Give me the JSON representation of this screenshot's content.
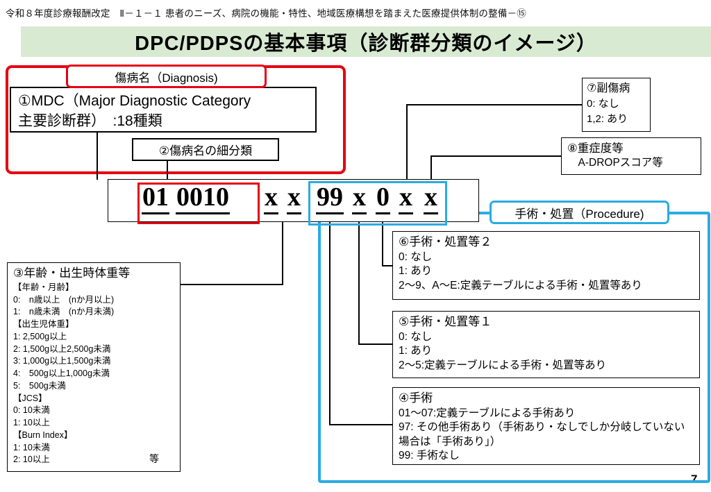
{
  "page": {
    "header": "令和８年度診療報酬改定　Ⅱ－１－１ 患者のニーズ、病院の機能・特性、地域医療構想を踏まえた医療提供体制の整備－⑮",
    "title": "DPC/PDPSの基本事項（診断群分類のイメージ）",
    "page_number": "7"
  },
  "colors": {
    "accent_red": "#e60012",
    "accent_blue": "#29abe2",
    "title_bar_green": "#d9ead3"
  },
  "diagnosis": {
    "label": "傷病名（Diagnosis)",
    "mdc_text": "①MDC（Major Diagnostic Category\n主要診断群）　:18種類",
    "subdivision_text": "②傷病名の細分類"
  },
  "procedure": {
    "label": "手術・処置（Procedure)"
  },
  "code": {
    "segments": [
      "01",
      "0010",
      "x",
      "x",
      "99",
      "x",
      "0",
      "x",
      "x"
    ]
  },
  "boxes": {
    "age": {
      "title": "③年齢・出生時体重等",
      "body": "【年齢・月齢】\n 0:　n歳以上　(nか月以上)\n 1:　n歳未満　(nか月未満)\n【出生児体重】\n 1: 2,500g以上\n 2: 1,500g以上2,500g未満\n 3: 1,000g以上1,500g未満\n 4:　500g以上1,000g未満\n 5:　500g未満\n【JCS】\n 0: 10未満\n 1: 10以上\n【Burn Index】\n 1: 10未満\n 2: 10以上",
      "suffix": "等"
    },
    "surgery": {
      "title": "④手術",
      "body": "01〜07:定義テーブルによる手術あり\n97: その他手術あり（手術あり・なしでしか分岐していない場合は「手術あり」）\n99: 手術なし"
    },
    "procedure1": {
      "title": "⑤手術・処置等１",
      "body": " 0: なし\n 1: あり\n 2〜5:定義テーブルによる手術・処置等あり"
    },
    "procedure2": {
      "title": "⑥手術・処置等２",
      "body": " 0: なし\n 1: あり\n 2〜9、A〜E:定義テーブルによる手術・処置等あり"
    },
    "comorbidity": {
      "title": "⑦副傷病",
      "body": " 0: なし\n 1,2: あり"
    },
    "severity": {
      "title": "⑧重症度等",
      "body": "　A-DROPスコア等"
    }
  }
}
